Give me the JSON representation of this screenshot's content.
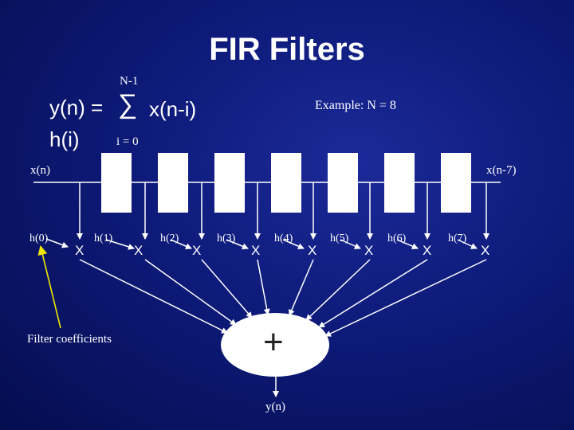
{
  "title": "FIR Filters",
  "equation": {
    "lhs": "y(n) =",
    "sum_upper": "N-1",
    "sum_lower": "i = 0",
    "sum_symbol": "∑",
    "term": "x(n-i)",
    "second_line": "h(i)"
  },
  "example": "Example: N = 8",
  "input_label": "x(n)",
  "output_delay_label": "x(n-7)",
  "coefficients": [
    "h(0)",
    "h(1)",
    "h(2)",
    "h(3)",
    "h(4)",
    "h(5)",
    "h(6)",
    "h(7)"
  ],
  "multiplier_symbol": "X",
  "adder_symbol": "+",
  "annotation": "Filter coefficients",
  "output_label": "y(n)",
  "colors": {
    "background": "#0d1a78",
    "line": "#ffffff",
    "annotation_line": "#f2e600"
  }
}
